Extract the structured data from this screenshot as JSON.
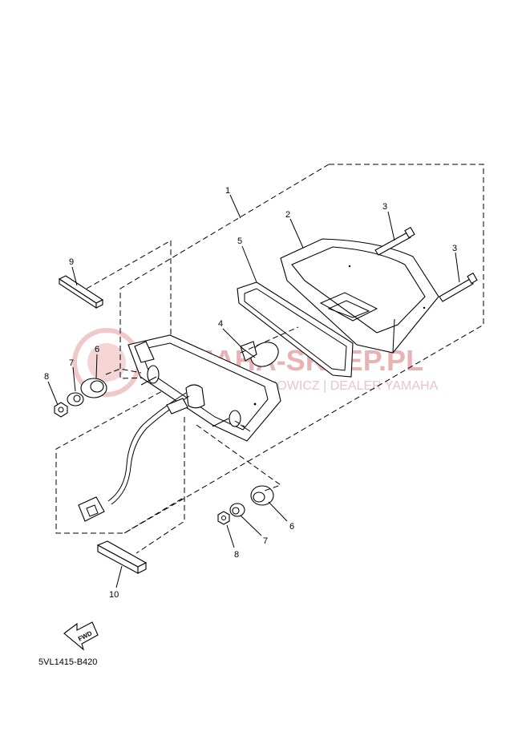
{
  "diagram": {
    "callouts": [
      "1",
      "2",
      "3",
      "3",
      "4",
      "5",
      "6",
      "6",
      "7",
      "7",
      "8",
      "8",
      "9",
      "10"
    ],
    "watermark": {
      "main": "YAMAHA-SKLEP.PL",
      "sub": "CECHOWICZ | DEALER YAMAHA"
    },
    "fwd_label": "FWD",
    "diagram_code": "5VL1415-B420"
  }
}
